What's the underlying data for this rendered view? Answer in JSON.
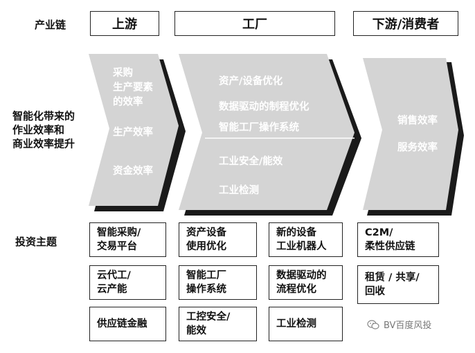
{
  "row_labels": {
    "chain": "产业链",
    "efficiency": "智能化带来的\n作业效率和\n商业效率提升",
    "investment": "投资主题"
  },
  "headers": {
    "upstream": "上游",
    "factory": "工厂",
    "downstream": "下游/消费者"
  },
  "upstream_items": [
    "采购",
    "生产要素",
    "的效率",
    "生产效率",
    "资金效率"
  ],
  "factory_items": [
    "资产/设备优化",
    "数据驱动的制程优化",
    "智能工厂操作系统",
    "工业安全/能效",
    "工业检测"
  ],
  "downstream_items": [
    "销售效率",
    "服务效率"
  ],
  "investment_boxes": {
    "col1": [
      "智能采购/\n交易平台",
      "云代工/\n云产能",
      "供应链金融"
    ],
    "col2": [
      "资产设备\n使用优化",
      "智能工厂\n操作系统",
      "工控安全/\n能效"
    ],
    "col3": [
      "新的设备\n工业机器人",
      "数据驱动的\n流程优化",
      "工业检测"
    ],
    "col4": [
      "C2M/\n柔性供应链",
      "租赁 / 共享/\n回收"
    ]
  },
  "watermark": {
    "icon": "wechat-icon",
    "text": "BV百度风投"
  },
  "colors": {
    "chevron_fill": "#d4d4d4",
    "chevron_shadow": "#1a1a1a",
    "border": "#222222"
  }
}
